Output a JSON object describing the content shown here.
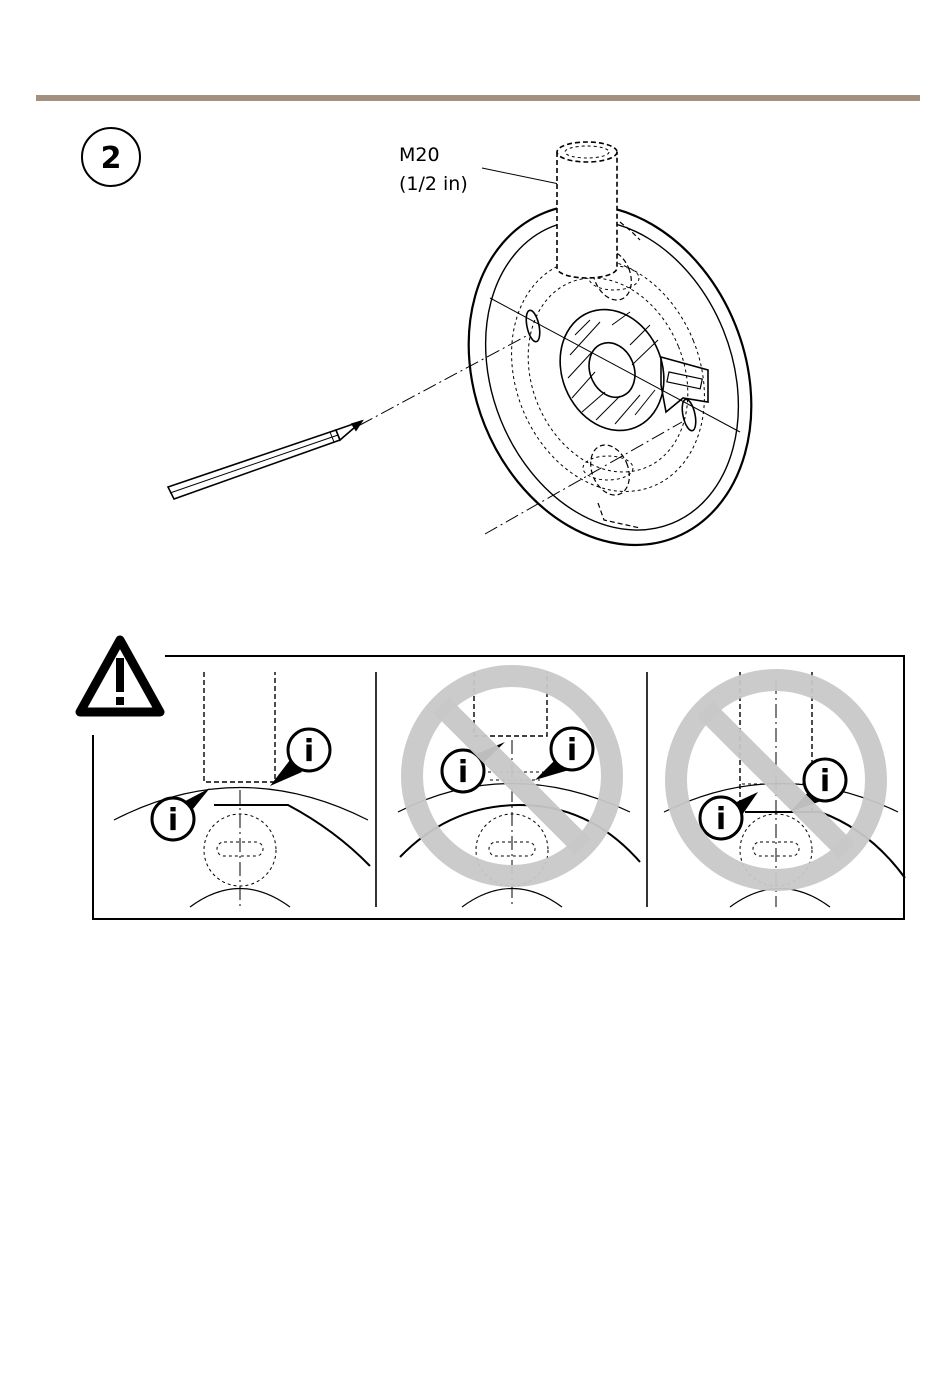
{
  "step": {
    "number": "2"
  },
  "conduit": {
    "size_label_line1": "M20",
    "size_label_line2": "(1/2 in)"
  },
  "warning": {
    "symbol": "!",
    "panels": [
      {
        "id": "correct",
        "prohibited": false,
        "info_markers": [
          "i",
          "i"
        ]
      },
      {
        "id": "wrong-too-high",
        "prohibited": true,
        "info_markers": [
          "i",
          "i"
        ]
      },
      {
        "id": "wrong-too-low",
        "prohibited": true,
        "info_markers": [
          "i",
          "i"
        ]
      }
    ]
  },
  "colors": {
    "rule": "#a3907f",
    "prohibition": "#c8c8c8",
    "line": "#000000"
  }
}
